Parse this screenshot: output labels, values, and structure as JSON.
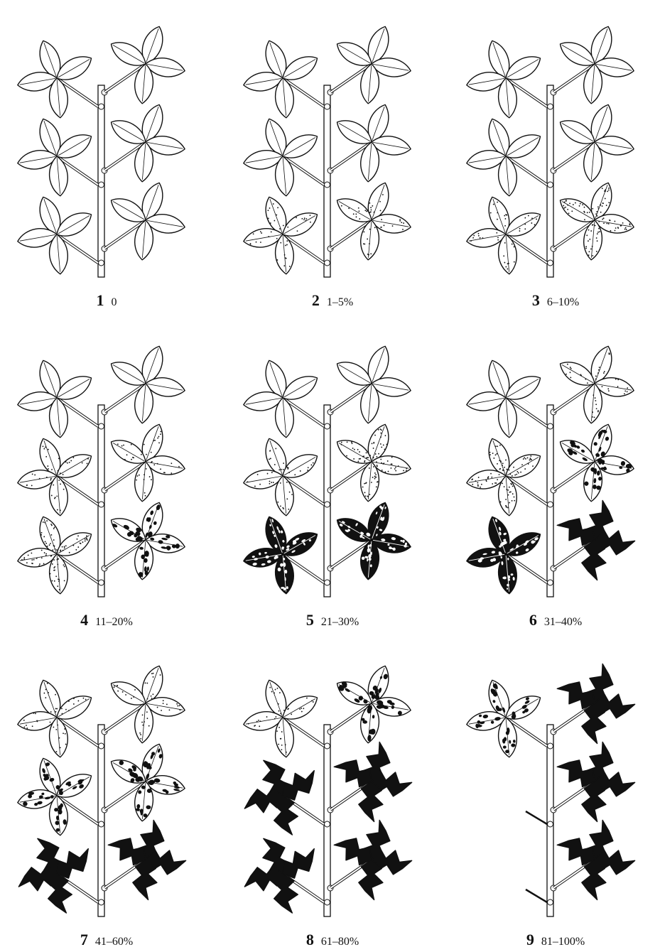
{
  "figure": {
    "panels": [
      {
        "number": "1",
        "severity": "0",
        "infected_leaf_pairs": [
          0,
          0,
          0,
          0,
          0,
          0
        ],
        "missing": []
      },
      {
        "number": "2",
        "severity": "1–5%",
        "infected_leaf_pairs": [
          0,
          0,
          0,
          0,
          1,
          1
        ],
        "missing": []
      },
      {
        "number": "3",
        "severity": "6–10%",
        "infected_leaf_pairs": [
          0,
          0,
          0,
          0,
          1,
          2
        ],
        "missing": []
      },
      {
        "number": "4",
        "severity": "11–20%",
        "infected_leaf_pairs": [
          0,
          0,
          1,
          1,
          2,
          3
        ],
        "missing": []
      },
      {
        "number": "5",
        "severity": "21–30%",
        "infected_leaf_pairs": [
          0,
          0,
          1,
          2,
          4,
          4
        ],
        "missing": []
      },
      {
        "number": "6",
        "severity": "31–40%",
        "infected_leaf_pairs": [
          0,
          1,
          2,
          3,
          4,
          5
        ],
        "missing": []
      },
      {
        "number": "7",
        "severity": "41–60%",
        "infected_leaf_pairs": [
          1,
          1,
          3,
          3,
          5,
          5
        ],
        "missing": []
      },
      {
        "number": "8",
        "severity": "61–80%",
        "infected_leaf_pairs": [
          1,
          3,
          5,
          5,
          5,
          5
        ],
        "missing": []
      },
      {
        "number": "9",
        "severity": "81–100%",
        "infected_leaf_pairs": [
          3,
          5,
          5,
          5,
          5,
          5
        ],
        "missing": [
          2,
          4
        ]
      }
    ],
    "levels_legend": [
      "healthy",
      "light speckle",
      "dense speckle",
      "spotted",
      "heavy blotch",
      "blackened / wilted"
    ]
  }
}
